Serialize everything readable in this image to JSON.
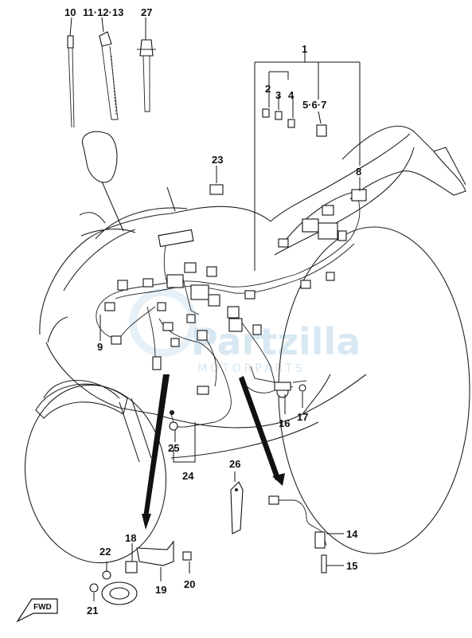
{
  "watermark": {
    "main": "Partzilla",
    "sub": "MOTORPARTS"
  },
  "direction_arrow": {
    "label": "FWD"
  },
  "callouts": [
    {
      "id": "c1",
      "label": "1"
    },
    {
      "id": "c2",
      "label": "2"
    },
    {
      "id": "c3",
      "label": "3"
    },
    {
      "id": "c4",
      "label": "4"
    },
    {
      "id": "c567",
      "label": "5·6·7"
    },
    {
      "id": "c8",
      "label": "8"
    },
    {
      "id": "c9",
      "label": "9"
    },
    {
      "id": "c10",
      "label": "10"
    },
    {
      "id": "c111213",
      "label": "11·12·13"
    },
    {
      "id": "c14",
      "label": "14"
    },
    {
      "id": "c15",
      "label": "15"
    },
    {
      "id": "c16",
      "label": "16"
    },
    {
      "id": "c17",
      "label": "17"
    },
    {
      "id": "c18",
      "label": "18"
    },
    {
      "id": "c19",
      "label": "19"
    },
    {
      "id": "c20",
      "label": "20"
    },
    {
      "id": "c21",
      "label": "21"
    },
    {
      "id": "c22",
      "label": "22"
    },
    {
      "id": "c23",
      "label": "23"
    },
    {
      "id": "c24",
      "label": "24"
    },
    {
      "id": "c25",
      "label": "25"
    },
    {
      "id": "c26",
      "label": "26"
    },
    {
      "id": "c27",
      "label": "27"
    }
  ]
}
